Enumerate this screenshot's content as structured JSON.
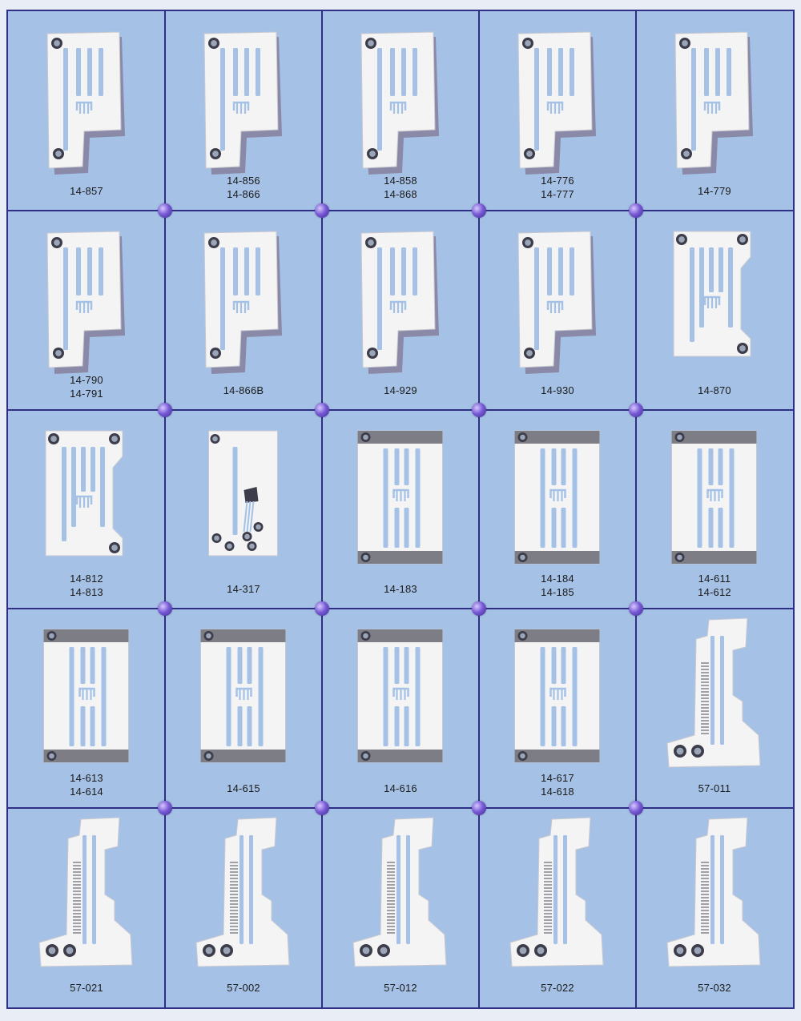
{
  "colors": {
    "background": "#a5c2e6",
    "grid_line": "#2f2f86",
    "plate": "#f4f4f4",
    "plate_shade": "#8a8aa8",
    "joint": "#6a4fd0"
  },
  "cells": [
    {
      "part": "14-857",
      "codes": [
        "14-857"
      ],
      "shape": "stepped"
    },
    {
      "part": "14-856",
      "codes": [
        "14-856",
        "14-866"
      ],
      "shape": "stepped"
    },
    {
      "part": "14-858",
      "codes": [
        "14-858",
        "14-868"
      ],
      "shape": "stepped"
    },
    {
      "part": "14-776",
      "codes": [
        "14-776",
        "14-777"
      ],
      "shape": "stepped"
    },
    {
      "part": "14-779",
      "codes": [
        "14-779"
      ],
      "shape": "stepped"
    },
    {
      "part": "14-790",
      "codes": [
        "14-790",
        "14-791"
      ],
      "shape": "stepped"
    },
    {
      "part": "14-866B",
      "codes": [
        "14-866B"
      ],
      "shape": "stepped"
    },
    {
      "part": "14-929",
      "codes": [
        "14-929"
      ],
      "shape": "stepped"
    },
    {
      "part": "14-930",
      "codes": [
        "14-930"
      ],
      "shape": "stepped"
    },
    {
      "part": "14-870",
      "codes": [
        "14-870"
      ],
      "shape": "notched"
    },
    {
      "part": "14-812",
      "codes": [
        "14-812",
        "14-813"
      ],
      "shape": "notched"
    },
    {
      "part": "14-317",
      "codes": [
        "14-317"
      ],
      "shape": "rect-single"
    },
    {
      "part": "14-183",
      "codes": [
        "14-183"
      ],
      "shape": "rect-banded"
    },
    {
      "part": "14-184",
      "codes": [
        "14-184",
        "14-185"
      ],
      "shape": "rect-banded"
    },
    {
      "part": "14-611",
      "codes": [
        "14-611",
        "14-612"
      ],
      "shape": "rect-banded"
    },
    {
      "part": "14-613",
      "codes": [
        "14-613",
        "14-614"
      ],
      "shape": "rect-banded"
    },
    {
      "part": "14-615",
      "codes": [
        "14-615"
      ],
      "shape": "rect-banded"
    },
    {
      "part": "14-616",
      "codes": [
        "14-616"
      ],
      "shape": "rect-banded"
    },
    {
      "part": "14-617",
      "codes": [
        "14-617",
        "14-618"
      ],
      "shape": "rect-banded"
    },
    {
      "part": "57-011",
      "codes": [
        "57-011"
      ],
      "shape": "boot"
    },
    {
      "part": "57-021",
      "codes": [
        "57-021"
      ],
      "shape": "boot"
    },
    {
      "part": "57-002",
      "codes": [
        "57-002"
      ],
      "shape": "boot"
    },
    {
      "part": "57-012",
      "codes": [
        "57-012"
      ],
      "shape": "boot"
    },
    {
      "part": "57-022",
      "codes": [
        "57-022"
      ],
      "shape": "boot"
    },
    {
      "part": "57-032",
      "codes": [
        "57-032"
      ],
      "shape": "boot"
    }
  ]
}
